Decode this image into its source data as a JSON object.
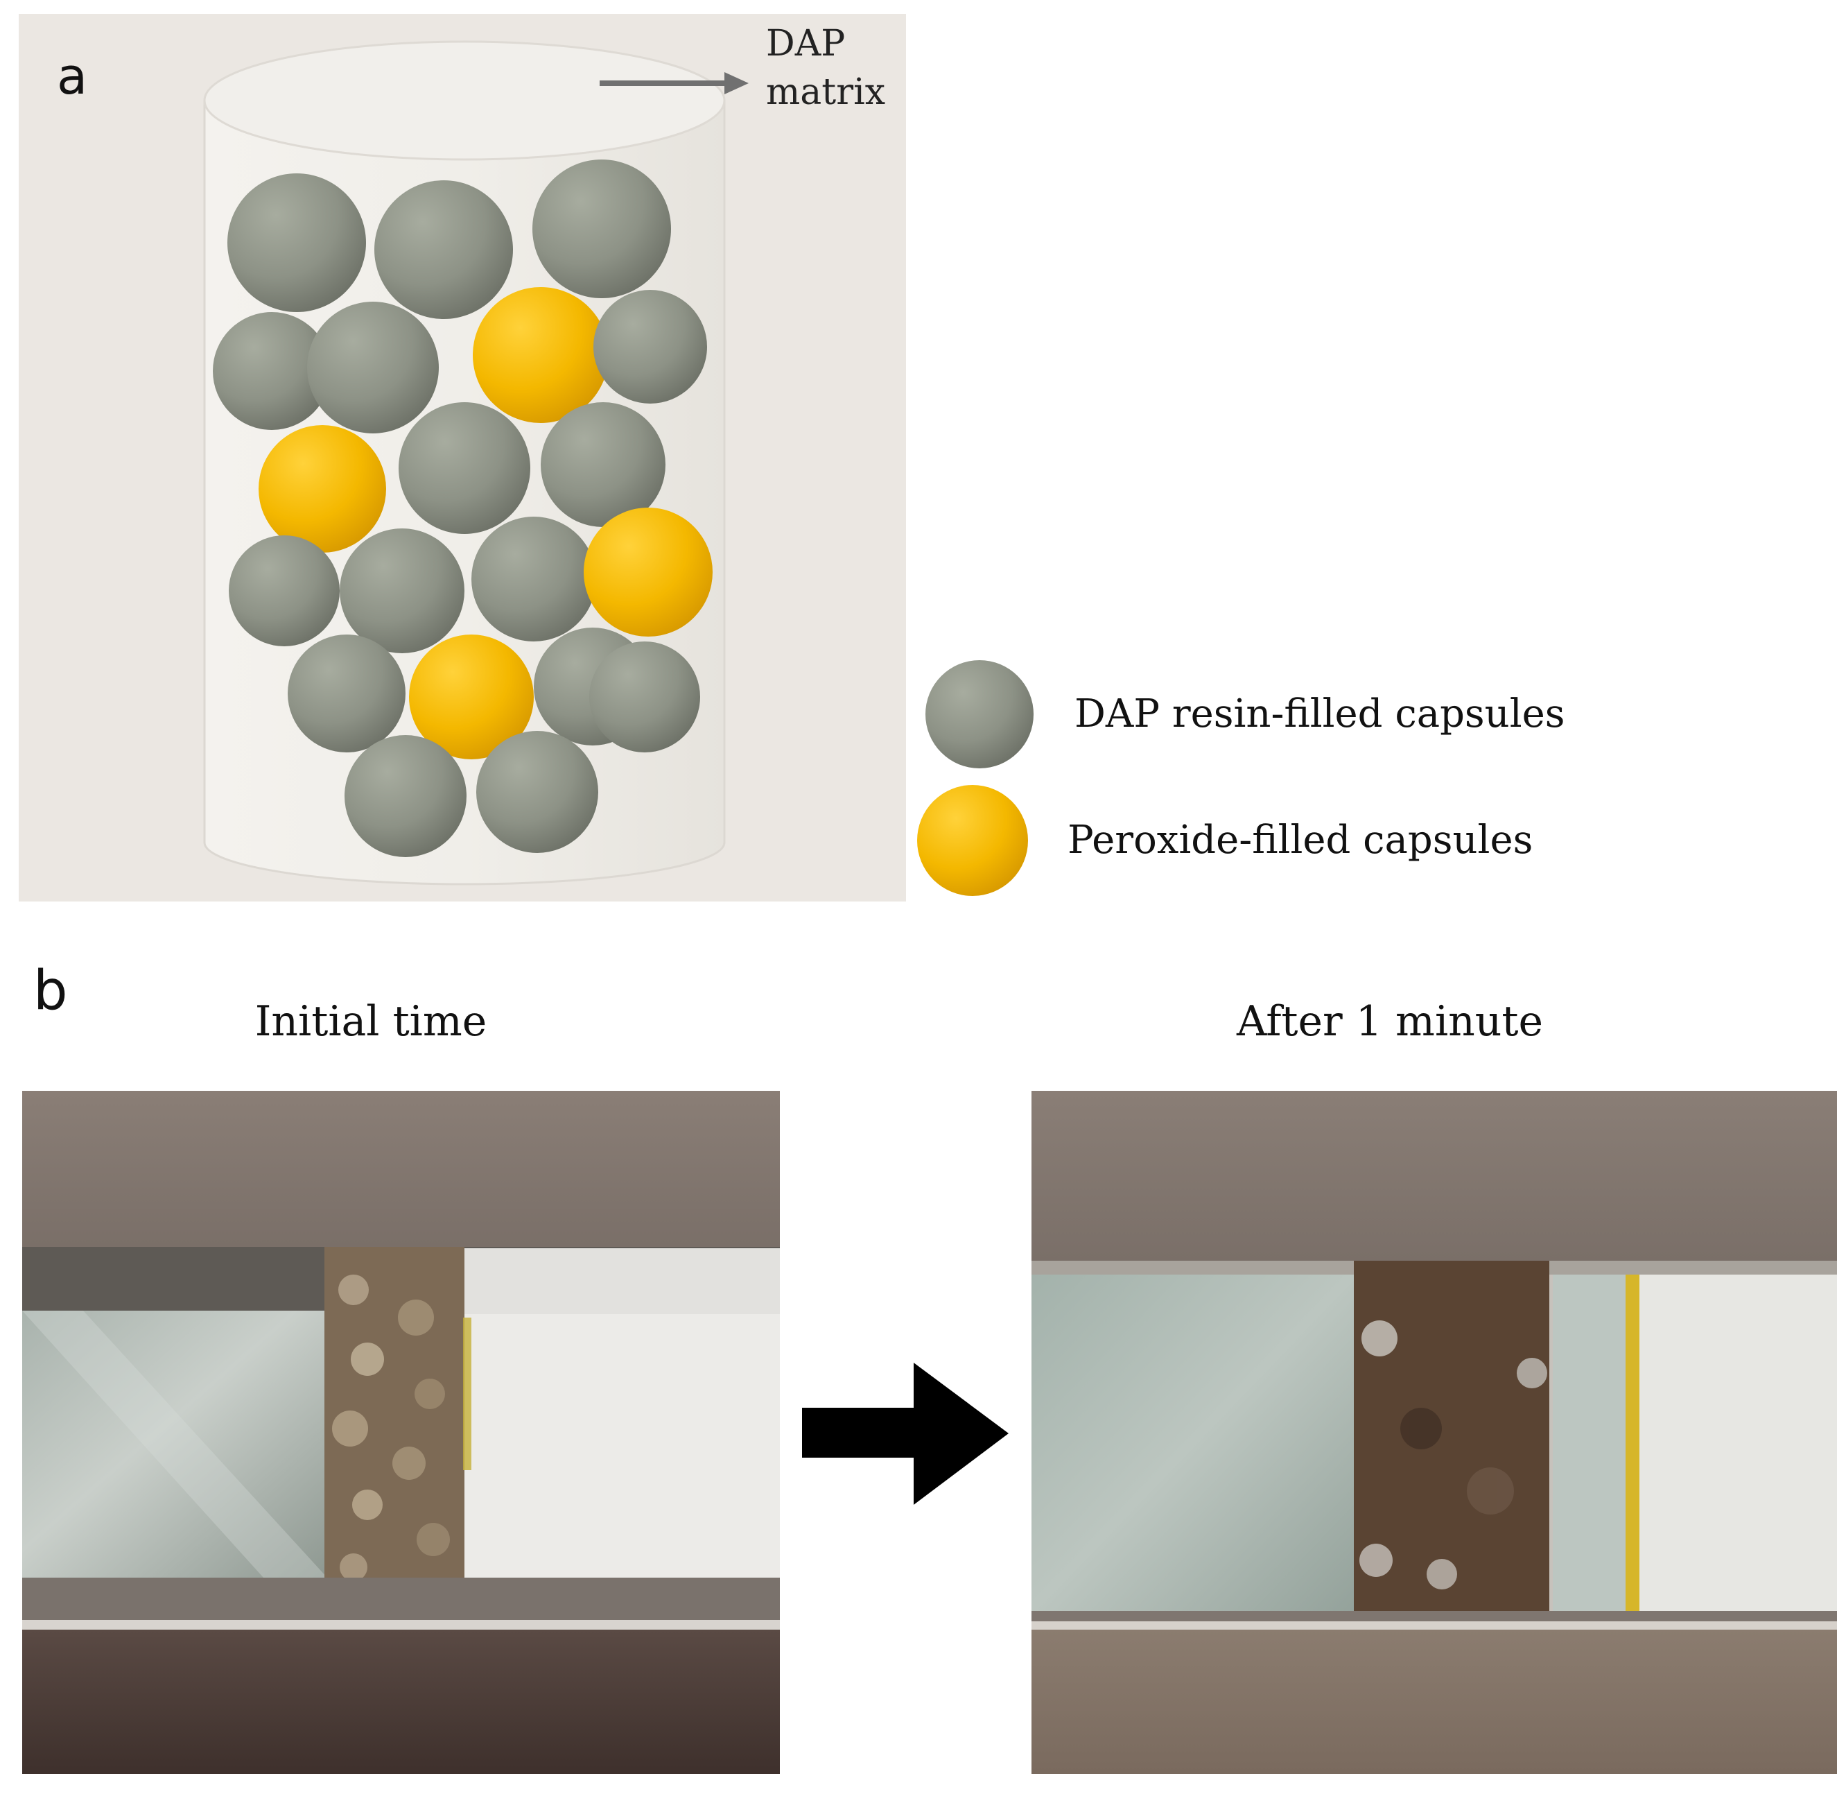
{
  "panel_a": {
    "letter": "a",
    "matrix_label_line1": "DAP",
    "matrix_label_line2": "matrix",
    "legend": [
      {
        "label": "DAP resin-filled capsules",
        "color": "#8f9488"
      },
      {
        "label": "Peroxide-filled capsules",
        "color": "#f2b705"
      }
    ],
    "capsules": [
      {
        "type": "resin"
      },
      {
        "type": "resin"
      },
      {
        "type": "resin"
      },
      {
        "type": "resin"
      },
      {
        "type": "resin"
      },
      {
        "type": "peroxide"
      },
      {
        "type": "resin"
      },
      {
        "type": "peroxide"
      },
      {
        "type": "resin"
      },
      {
        "type": "resin"
      },
      {
        "type": "resin"
      },
      {
        "type": "resin"
      },
      {
        "type": "resin"
      },
      {
        "type": "peroxide"
      },
      {
        "type": "resin"
      },
      {
        "type": "peroxide"
      },
      {
        "type": "resin"
      },
      {
        "type": "resin"
      },
      {
        "type": "resin"
      },
      {
        "type": "resin"
      }
    ]
  },
  "panel_b": {
    "letter": "b",
    "left_title": "Initial time",
    "right_title": "After 1 minute"
  },
  "colors": {
    "resin": "#8f9488",
    "peroxide": "#f2b705",
    "panel_bg": "#ebe7e2",
    "arrow": "#000000"
  }
}
